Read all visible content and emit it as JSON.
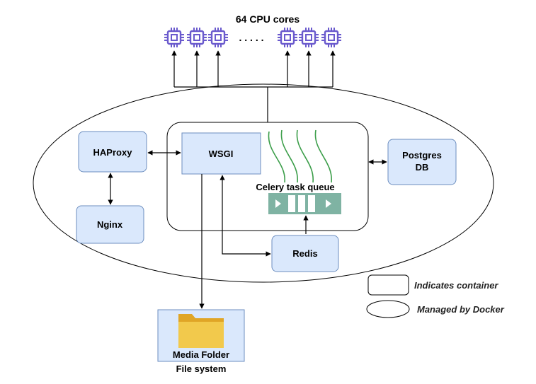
{
  "title": "64 CPU cores",
  "cpu_dots": ". . . . .",
  "nodes": {
    "haproxy": "HAProxy",
    "nginx": "Nginx",
    "wsgi": "WSGI",
    "postgres_line1": "Postgres",
    "postgres_line2": "DB",
    "celery": "Celery task queue",
    "redis": "Redis",
    "media_folder": "Media Folder",
    "file_system": "File system"
  },
  "legend": {
    "container": "Indicates  container",
    "docker": "Managed by Docker"
  },
  "colors": {
    "box_fill": "#dae8fc",
    "box_stroke": "#6c8ebf",
    "cpu": "#6a5acd",
    "queue": "#7fb3a3",
    "wave": "#3c9e4a",
    "folder": "#f2c94c"
  }
}
